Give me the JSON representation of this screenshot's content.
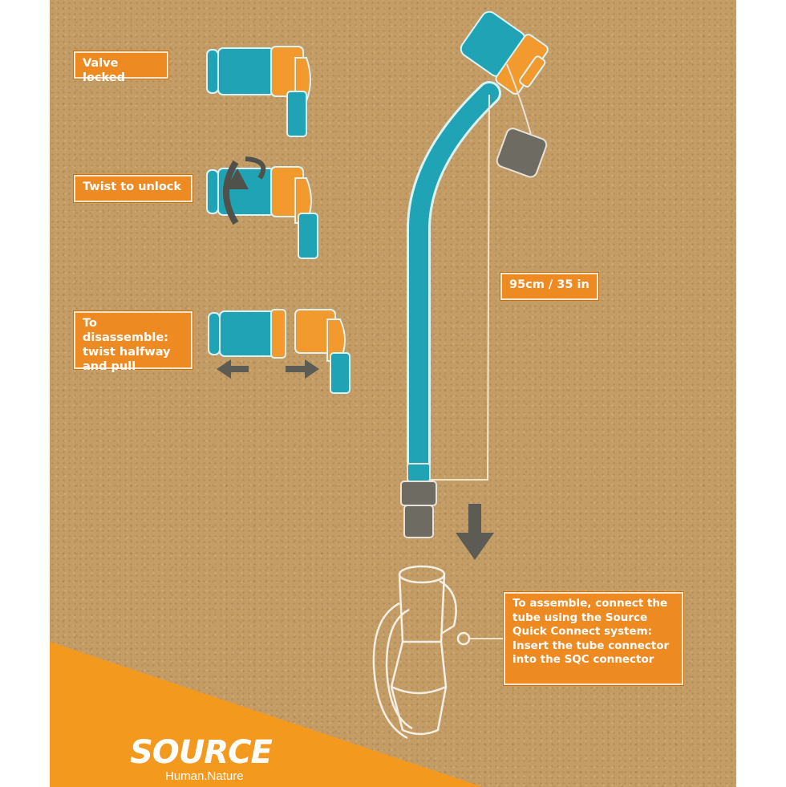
{
  "steps": {
    "valve_locked": "Valve locked",
    "twist_to_unlock": "Twist to unlock",
    "disassemble": "To disassemble:\ntwist halfway\nand pull"
  },
  "tube_length": "95cm / 35 in",
  "assemble_note": "To assemble, connect the\ntube using the Source\nQuick Connect system:\nInsert the tube connector\ninto the SQC connector",
  "brand": {
    "name": "SOURCE",
    "tagline": "Human.Nature"
  },
  "colors": {
    "cardboard": "#c49d66",
    "accent_orange": "#ee8a22",
    "tube_teal": "#1fa3b5",
    "valve_orange": "#f29a2e",
    "connector_gray": "#6e6b62"
  }
}
